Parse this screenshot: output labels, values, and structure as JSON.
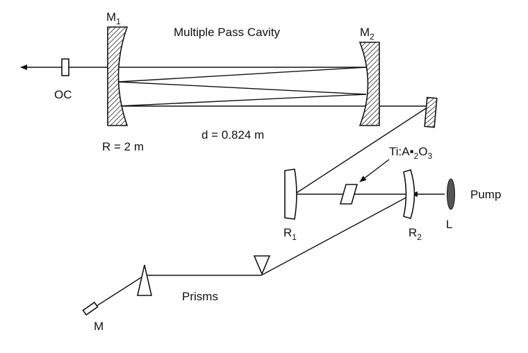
{
  "diagram": {
    "title": "Multiple Pass Cavity",
    "labels": {
      "m1": "M",
      "m1_sub": "1",
      "m2": "M",
      "m2_sub": "2",
      "oc": "OC",
      "r_value": "R = 2 m",
      "d_value": "d = 0.824 m",
      "crystal_prefix": "Ti:A",
      "crystal_sub1": "2",
      "crystal_mid": "O",
      "crystal_sub2": "3",
      "r1": "R",
      "r1_sub": "1",
      "r2": "R",
      "r2_sub": "2",
      "pump": "Pump",
      "lens": "L",
      "prisms": "Prisms",
      "end_mirror": "M"
    }
  }
}
